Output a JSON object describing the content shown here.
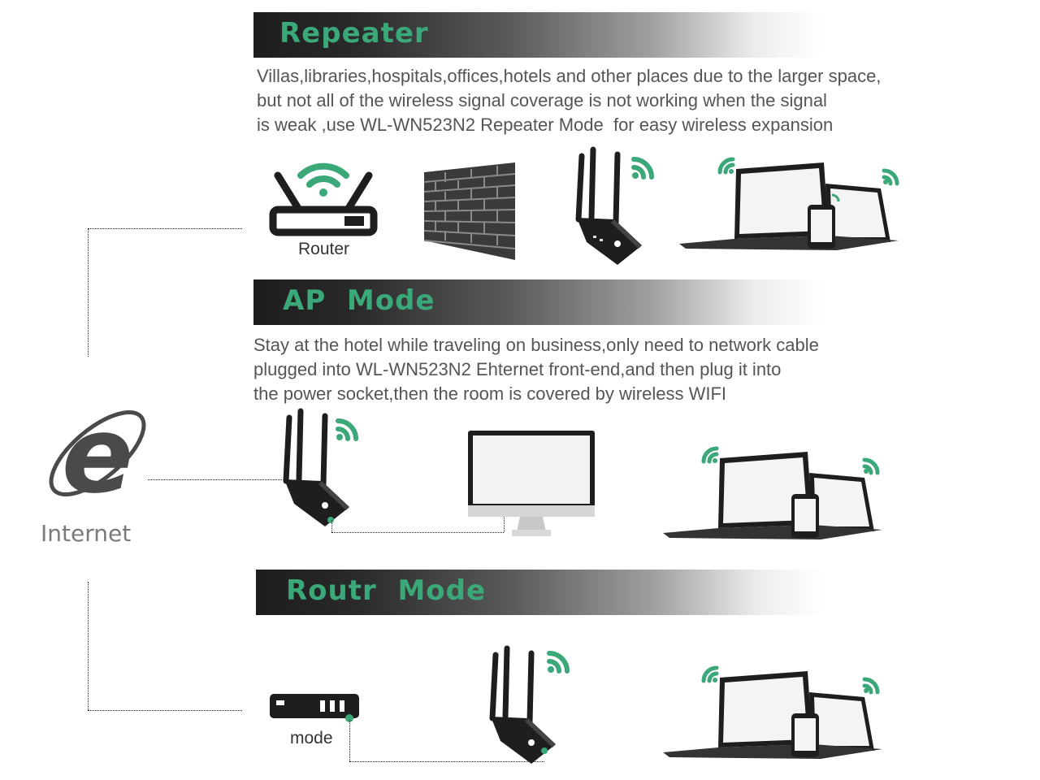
{
  "colors": {
    "accent": "#3aa878",
    "text": "#555555",
    "device": "#1e1e1e"
  },
  "sections": {
    "repeater": {
      "title": "Repeater",
      "lines": [
        "Villas,libraries,hospitals,offices,hotels and other places due to the larger space,",
        "but not all of the wireless signal coverage is not working when the signal",
        "is weak ,use WL-WN523N2 Repeater Mode  for easy wireless expansion"
      ],
      "router_label": "Router"
    },
    "ap": {
      "title": "AP  Mode",
      "lines": [
        "Stay at the hotel while traveling on business,only need to network cable",
        "plugged into WL-WN523N2 Ehternet front-end,and then plug it into",
        "the power socket,then the room is covered by wireless WIFI"
      ]
    },
    "router": {
      "title": "Routr  Mode",
      "modem_label": "mode"
    }
  },
  "internet": {
    "label": "Internet",
    "icon": "internet-explorer-icon"
  }
}
